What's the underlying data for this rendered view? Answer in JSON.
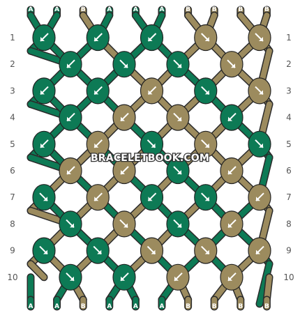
{
  "colors": {
    "A": "#0d7a55",
    "B": "#9c8b5e"
  },
  "strings_top": [
    "A",
    "A",
    "B",
    "A",
    "A",
    "A",
    "B",
    "B",
    "B",
    "B"
  ],
  "strings_bottom": [
    "A",
    "A",
    "B",
    "A",
    "A",
    "A",
    "B",
    "B",
    "B",
    "B"
  ],
  "row_labels": [
    "1",
    "2",
    "3",
    "4",
    "5",
    "6",
    "7",
    "8",
    "9",
    "10"
  ],
  "watermark": "BRACELETBOOK.COM",
  "knots": [
    [
      {
        "c": "A",
        "d": "sw"
      },
      {
        "c": "A",
        "d": "sw"
      },
      {
        "c": "A",
        "d": "sw"
      },
      {
        "c": "B",
        "d": "se"
      },
      {
        "c": "B",
        "d": "se"
      }
    ],
    [
      {
        "c": "A",
        "d": "sw"
      },
      {
        "c": "A",
        "d": "se"
      },
      {
        "c": "A",
        "d": "se"
      },
      {
        "c": "B",
        "d": "se"
      }
    ],
    [
      {
        "c": "A",
        "d": "sw"
      },
      {
        "c": "A",
        "d": "sw"
      },
      {
        "c": "B",
        "d": "sw"
      },
      {
        "c": "A",
        "d": "se"
      },
      {
        "c": "B",
        "d": "se"
      }
    ],
    [
      {
        "c": "A",
        "d": "sw"
      },
      {
        "c": "B",
        "d": "sw"
      },
      {
        "c": "B",
        "d": "se"
      },
      {
        "c": "A",
        "d": "sw"
      }
    ],
    [
      {
        "c": "A",
        "d": "sw"
      },
      {
        "c": "B",
        "d": "sw"
      },
      {
        "c": "A",
        "d": "se"
      },
      {
        "c": "B",
        "d": "se"
      },
      {
        "c": "A",
        "d": "se"
      }
    ],
    [
      {
        "c": "B",
        "d": "sw"
      },
      {
        "c": "B",
        "d": "sw"
      },
      {
        "c": "A",
        "d": "se"
      },
      {
        "c": "B",
        "d": "sw"
      }
    ],
    [
      {
        "c": "A",
        "d": "se"
      },
      {
        "c": "B",
        "d": "sw"
      },
      {
        "c": "A",
        "d": "sw"
      },
      {
        "c": "A",
        "d": "se"
      },
      {
        "c": "B",
        "d": "sw"
      }
    ],
    [
      {
        "c": "A",
        "d": "se"
      },
      {
        "c": "B",
        "d": "se"
      },
      {
        "c": "A",
        "d": "se"
      },
      {
        "c": "B",
        "d": "sw"
      }
    ],
    [
      {
        "c": "A",
        "d": "se"
      },
      {
        "c": "A",
        "d": "se"
      },
      {
        "c": "B",
        "d": "se"
      },
      {
        "c": "B",
        "d": "se"
      },
      {
        "c": "B",
        "d": "sw"
      }
    ],
    [
      {
        "c": "A",
        "d": "se"
      },
      {
        "c": "A",
        "d": "sw"
      },
      {
        "c": "B",
        "d": "sw"
      },
      {
        "c": "B",
        "d": "sw"
      }
    ]
  ]
}
